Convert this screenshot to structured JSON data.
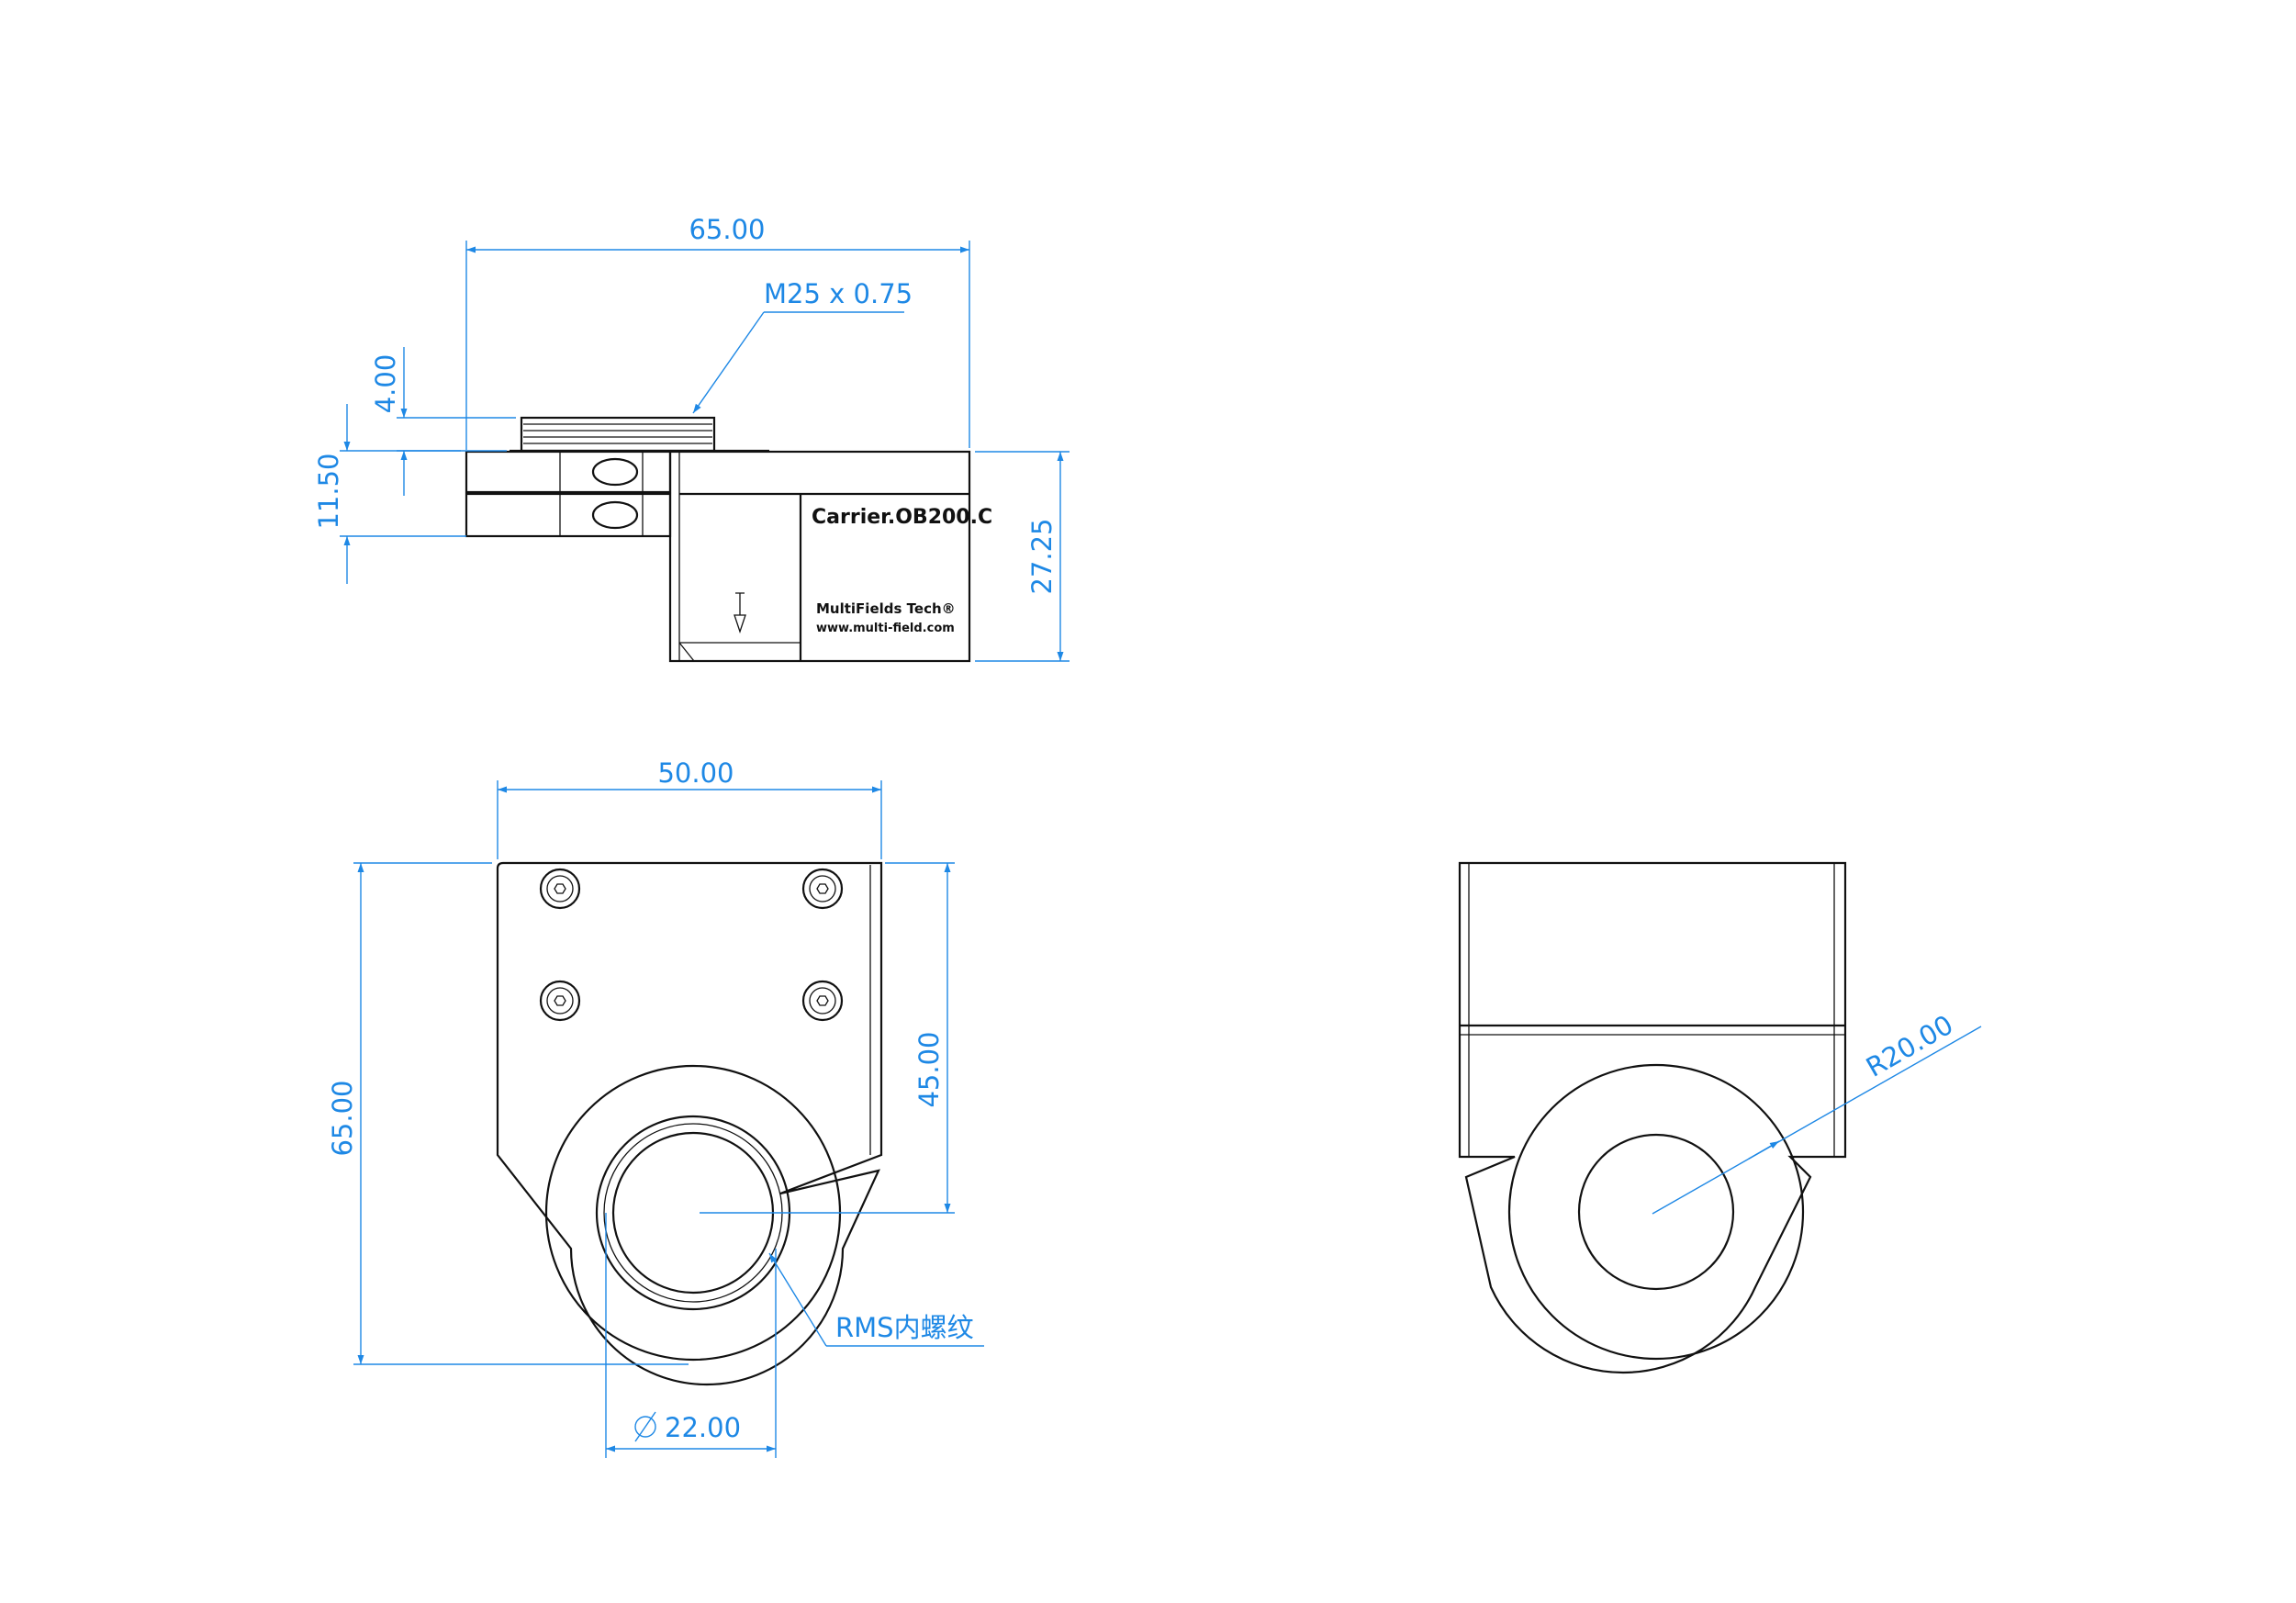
{
  "colors": {
    "dimension": "#1e88e5",
    "outline": "#111111",
    "background": "#ffffff"
  },
  "top_view": {
    "width_dim": "65.00",
    "thread_callout": "M25 x 0.75",
    "thread_height_dim": "4.00",
    "clamp_height_dim": "11.50",
    "body_height_dim": "27.25",
    "product_label": "Carrier.OB200.C",
    "brand_label": "MultiFields Tech®",
    "website_label": "www.multi-field.com",
    "direction_icon": "arrow-down-icon"
  },
  "front_view": {
    "width_dim": "50.00",
    "height_dim": "65.00",
    "center_height_dim": "45.00",
    "thread_callout": "RMS内螺纹",
    "bore_dim": "22.00",
    "bore_symbol": "diameter-icon"
  },
  "side_view": {
    "radius_dim": "R20.00"
  }
}
